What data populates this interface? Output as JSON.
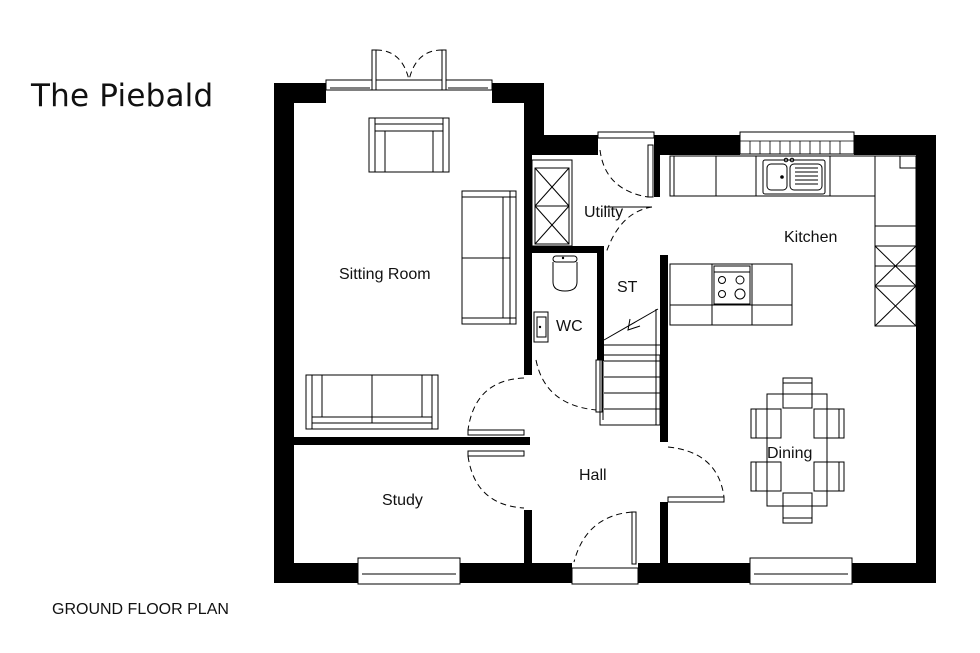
{
  "header": {
    "title": "The Piebald"
  },
  "footer": {
    "caption": "GROUND FLOOR PLAN"
  },
  "rooms": {
    "sitting_room": "Sitting Room",
    "utility": "Utility",
    "kitchen": "Kitchen",
    "st": "ST",
    "wc": "WC",
    "dining": "Dining",
    "hall": "Hall",
    "study": "Study"
  }
}
